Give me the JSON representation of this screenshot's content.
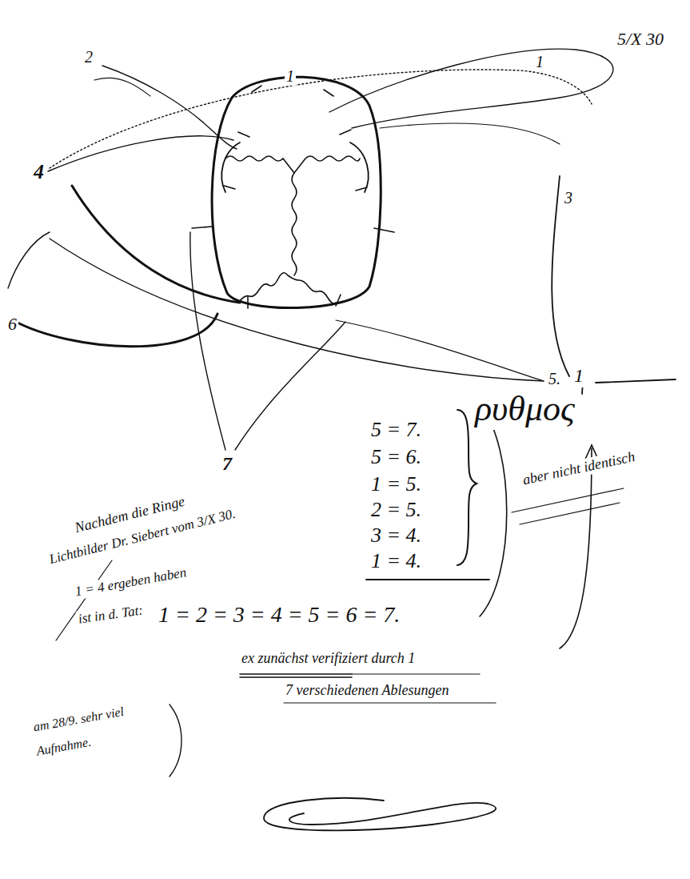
{
  "diagram": {
    "labels": [
      "5/X 30",
      "1",
      "1",
      "2",
      "3",
      "4",
      "6",
      "5.",
      "1",
      "7",
      "5 = 7.",
      "5 = 6.",
      "1 = 5.",
      "2 = 5.",
      "3 = 4.",
      "1 = 4.",
      "ρυθμος",
      "aber nicht identisch",
      "Nachdem die Ringe",
      "Lichtbilder Dr. Siebert vom 3/X 30.",
      "1 = 4 ergeben haben",
      "ist in d. Tat:",
      "1 = 2 = 3 = 4 = 5 = 6 = 7.",
      "ex zunächst verifiziert durch 1",
      "7 verschiedenen Ablesungen",
      "am 28/9. sehr viel",
      "Aufnahme."
    ]
  }
}
